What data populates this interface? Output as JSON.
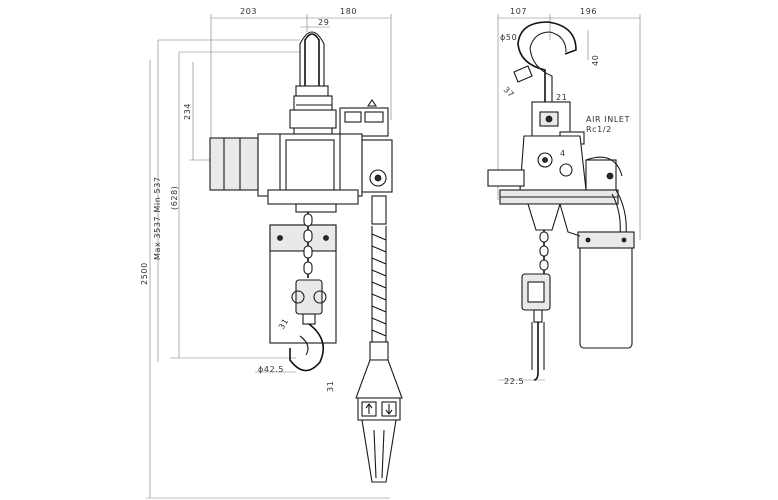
{
  "front_view": {
    "dims": {
      "width_left": "203",
      "width_right": "180",
      "top_offset": "29",
      "hook_height": "234",
      "lift_range": "Max 3537 Min 537",
      "ref_height": "(628)",
      "total_height": "2500",
      "hook_throat": "31",
      "hook_eye_dia": "ϕ42.5",
      "hook_tip": "31"
    }
  },
  "side_view": {
    "dims": {
      "width_left": "107",
      "width_right": "196",
      "hook_eye_dia": "ϕ50",
      "hook_angle": "40",
      "hook_throat": "37",
      "hook_offset": "21",
      "air_inlet_title": "AIR INLET",
      "air_inlet_spec": "Rc1/2",
      "center_mark": "4",
      "bottom_dim": "22.5"
    }
  }
}
